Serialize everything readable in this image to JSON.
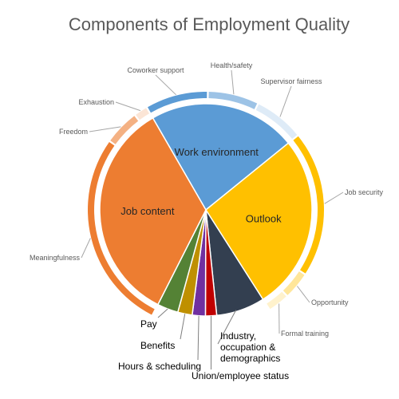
{
  "chart_data": {
    "type": "pie",
    "title": "Components of Employment Quality",
    "inner": {
      "slices": [
        {
          "label": "Work environment",
          "value": 22.5,
          "color": "#5B9BD5"
        },
        {
          "label": "Outlook",
          "value": 26.8,
          "color": "#FFC000"
        },
        {
          "label": "Industry, occupation & demographics",
          "value": 7.4,
          "color": "#333F50"
        },
        {
          "label": "Union/employee status",
          "value": 1.7,
          "color": "#C00000"
        },
        {
          "label": "Hours & scheduling",
          "value": 2.0,
          "color": "#7030A0"
        },
        {
          "label": "Benefits",
          "value": 2.2,
          "color": "#BF9000"
        },
        {
          "label": "Pay",
          "value": 3.2,
          "color": "#548235"
        },
        {
          "label": "Job content",
          "value": 34.2,
          "color": "#ED7D31"
        }
      ]
    },
    "outer": {
      "segments": [
        {
          "label": "Coworker support",
          "parent": "Work environment",
          "value": 8.6,
          "color": "#5B9BD5"
        },
        {
          "label": "Health/safety",
          "parent": "Work environment",
          "value": 7.0,
          "color": "#9DC3E6"
        },
        {
          "label": "Supervisor fairness",
          "parent": "Work environment",
          "value": 6.9,
          "color": "#DEEBF7"
        },
        {
          "label": "Job security",
          "parent": "Outlook",
          "value": 20.0,
          "color": "#FFC000"
        },
        {
          "label": "Opportunity",
          "parent": "Outlook",
          "value": 3.8,
          "color": "#FFE699"
        },
        {
          "label": "Formal training",
          "parent": "Outlook",
          "value": 3.0,
          "color": "#FFF2CC"
        },
        {
          "label": "Meaningfulness",
          "parent": "Job content",
          "value": 27.4,
          "color": "#ED7D31"
        },
        {
          "label": "Freedom",
          "parent": "Job content",
          "value": 4.9,
          "color": "#F4B183"
        },
        {
          "label": "Exhaustion",
          "parent": "Job content",
          "value": 1.9,
          "color": "#FBE5D6"
        }
      ]
    }
  }
}
